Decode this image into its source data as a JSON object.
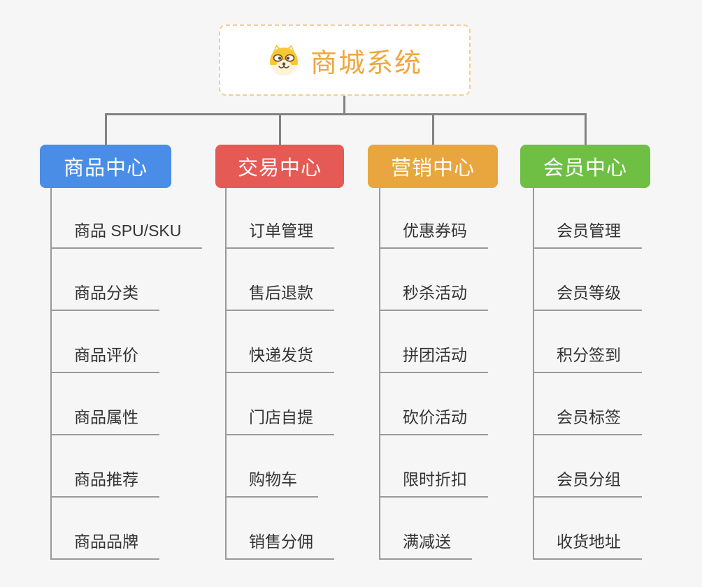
{
  "root": {
    "title": "商城系统",
    "icon": "shiba-dog-icon",
    "title_color": "#F0A73D",
    "border_color": "#F5CD90"
  },
  "branches": [
    {
      "label": "商品中心",
      "color": "#498DE6",
      "items": [
        "商品 SPU/SKU",
        "商品分类",
        "商品评价",
        "商品属性",
        "商品推荐",
        "商品品牌"
      ]
    },
    {
      "label": "交易中心",
      "color": "#E55A55",
      "items": [
        "订单管理",
        "售后退款",
        "快递发货",
        "门店自提",
        "购物车",
        "销售分佣"
      ]
    },
    {
      "label": "营销中心",
      "color": "#E9A63E",
      "items": [
        "优惠券码",
        "秒杀活动",
        "拼团活动",
        "砍价活动",
        "限时折扣",
        "满减送"
      ]
    },
    {
      "label": "会员中心",
      "color": "#6FBF45",
      "items": [
        "会员管理",
        "会员等级",
        "积分签到",
        "会员标签",
        "会员分组",
        "收货地址"
      ]
    }
  ],
  "style": {
    "background_color": "#F6F6F6",
    "connector_color": "#828282",
    "tree_line_color": "#9A9A9A",
    "item_text_color": "#333333"
  }
}
